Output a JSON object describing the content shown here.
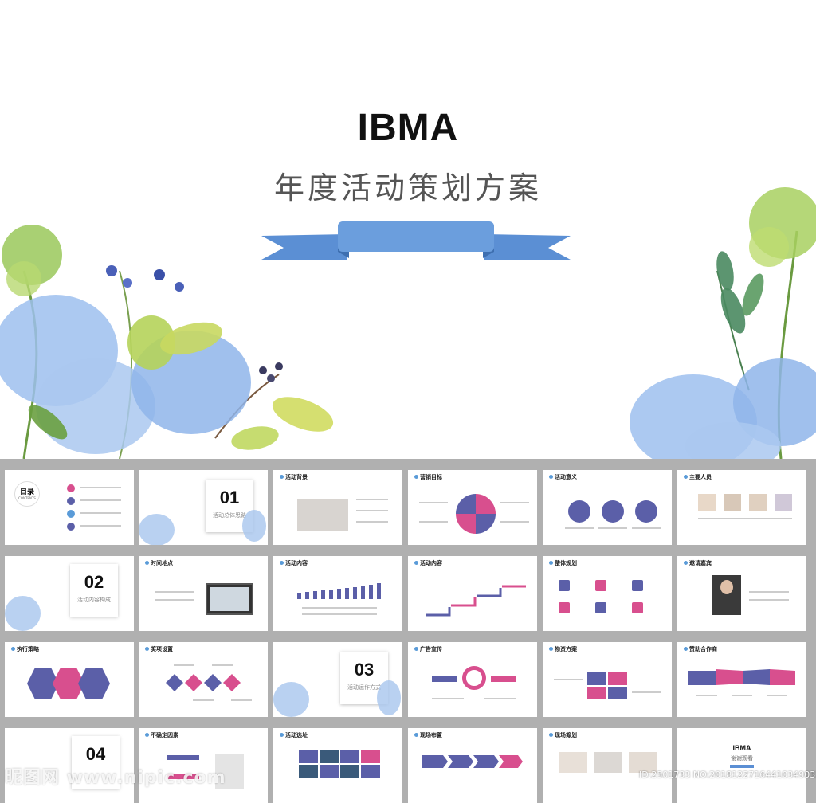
{
  "hero": {
    "title": "IBMA",
    "subtitle": "年度活动策划方案"
  },
  "colors": {
    "blue": "#5b5fa8",
    "pink": "#d84f8e",
    "light_blue": "#5a9bd8",
    "ribbon": "#5b8fd4"
  },
  "toc": {
    "heading": "目录",
    "subheading": "CONTENTS"
  },
  "slides": [
    {
      "title": ""
    },
    {
      "section_number": "01",
      "section_label": "活动总体思路"
    },
    {
      "title": "活动背景"
    },
    {
      "title": "营销目标"
    },
    {
      "title": "活动意义"
    },
    {
      "title": "主要人员"
    },
    {
      "section_number": "02",
      "section_label": "活动内容构成"
    },
    {
      "title": "时间地点"
    },
    {
      "title": "活动内容"
    },
    {
      "title": "活动内容"
    },
    {
      "title": "整体规划"
    },
    {
      "title": "邀请嘉宾"
    },
    {
      "title": "执行策略"
    },
    {
      "title": "奖项设置"
    },
    {
      "section_number": "03",
      "section_label": "活动运作方式"
    },
    {
      "title": "广告宣传"
    },
    {
      "title": "物资方案"
    },
    {
      "title": "赞助合作商"
    },
    {
      "section_number": "04",
      "section_label": ""
    },
    {
      "title": "不确定因素"
    },
    {
      "title": "活动选址"
    },
    {
      "title": "现场布置"
    },
    {
      "title": "现场筹划"
    },
    {
      "closing_title": "IBMA",
      "closing_sub": "谢谢观看"
    }
  ],
  "watermark": {
    "site": "昵图网 www.nipic.com",
    "id": "ID:2501733 NO:20181227164410349033"
  }
}
